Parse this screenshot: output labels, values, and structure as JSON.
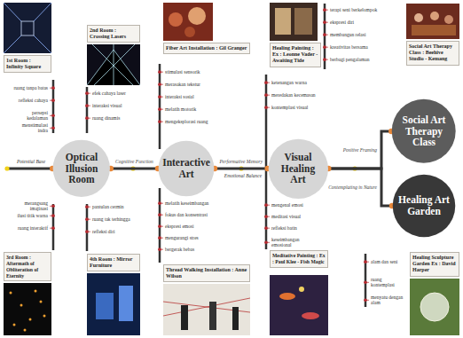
{
  "diagram": {
    "nodes": [
      {
        "text": [
          "1st Room : Infinity Square"
        ]
      },
      {
        "text": [
          "2nd Room : Crossing Lasers"
        ]
      },
      {
        "text": [
          "Fiber Art Installation : Gil Granger"
        ]
      },
      {
        "text": [
          "Healing Painting : Ex : Leonne Vader - Awaiting Tide"
        ]
      },
      {
        "text": [
          "Social Art Therapy Class : Beehive Studio - Kemang"
        ]
      },
      {
        "text": [
          "Optical Illusion Room"
        ]
      },
      {
        "text": [
          "Interactive Art"
        ]
      },
      {
        "text": [
          "Visual Healing Art"
        ]
      },
      {
        "text": [
          "Social Art Therapy Class"
        ]
      },
      {
        "text": [
          "Healing Art Garden"
        ]
      },
      {
        "text": [
          "3rd Room : Aftermath of Obliteration of Eternity"
        ]
      },
      {
        "text": [
          "4th Room : Mirror Furniture"
        ]
      },
      {
        "text": [
          "Thread Walking Installation : Anne Wilson"
        ]
      },
      {
        "text": [
          "Meditative Painting : Ex : Paul Klee - Fish Magic"
        ]
      },
      {
        "text": [
          "Healing Sculpture Garden Ex : David Harper"
        ]
      }
    ],
    "edges": [
      {
        "from": 5,
        "to": 6,
        "arrow": "none",
        "label": "Cognitive Function"
      },
      {
        "from": 6,
        "to": 7,
        "arrow": "none",
        "label": "Performative Memory"
      },
      {
        "from": 7,
        "to": 8,
        "arrow": "none",
        "label": "Positive Framing"
      },
      {
        "from": 7,
        "to": 9,
        "arrow": "none",
        "label": "Contemplating in Nature"
      }
    ],
    "labels": [
      "Potential Base",
      "Emotional Balance",
      "ruang tanpa batas",
      "refleksi cahaya",
      "persepsi kedalaman",
      "menstimulasi indra",
      "efek cahaya laser",
      "interaksi visual",
      "ruang dinamis",
      "merangsang imajinasi",
      "ilusi titik warna",
      "ruang interaktif",
      "pantulan cermin",
      "ruang tak terhingga",
      "refleksi diri",
      "stimulasi sensorik",
      "merasakan tekstur",
      "interaksi sosial",
      "melatih motorik",
      "mengeksplorasi ruang",
      "melatih keseimbangan",
      "fokus dan konsentrasi",
      "ekspresi emosi",
      "mengurangi stres",
      "bergerak bebas",
      "ketenangan warna",
      "meredakan kecemasan",
      "kontemplasi visual",
      "mengenal emosi",
      "meditasi visual",
      "refleksi batin",
      "keseimbangan emosional",
      "terapi seni berkelompok",
      "ekspresi diri",
      "membangun relasi",
      "kreativitas bersama",
      "berbagi pengalaman",
      "alam dan seni",
      "ruang kontemplasi",
      "menyatu dengan alam"
    ]
  }
}
